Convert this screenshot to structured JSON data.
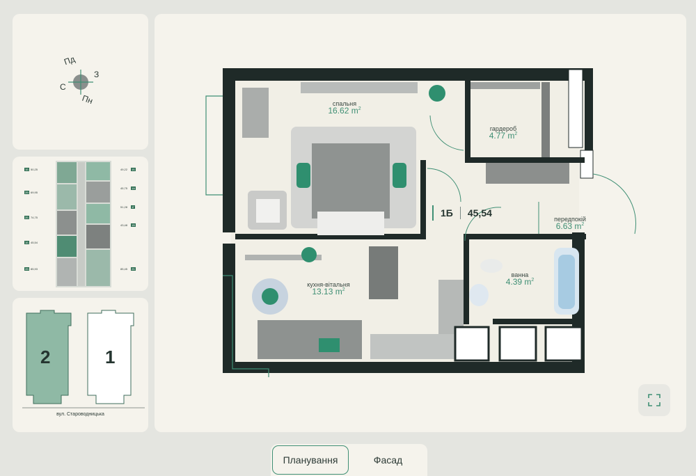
{
  "compass": {
    "north": "Пн",
    "south": "Пд",
    "east": "С",
    "west": "З"
  },
  "floor_plan": {
    "apartments": [
      {
        "code": "1Б",
        "area": "50,25"
      },
      {
        "code": "2В",
        "area": "69,95"
      },
      {
        "code": "2Б",
        "area": "74,75"
      },
      {
        "code": "1Б",
        "area": "45,54"
      },
      {
        "code": "2В",
        "area": "85,93"
      },
      {
        "code": "1Б",
        "area": "49,22"
      },
      {
        "code": "1А",
        "area": "45,75"
      },
      {
        "code": "1Г",
        "area": "51,28"
      },
      {
        "code": "1В",
        "area": "43,48"
      },
      {
        "code": "2Б",
        "area": "85,45"
      }
    ]
  },
  "section_map": {
    "building_2": "2",
    "building_1": "1",
    "street": "вул. Староводницька"
  },
  "unit": {
    "code": "1Б",
    "area": "45,54"
  },
  "rooms": [
    {
      "name": "спальня",
      "area": "16.62 m",
      "unit_sup": "2"
    },
    {
      "name": "гардероб",
      "area": "4.77 m",
      "unit_sup": "2"
    },
    {
      "name": "передпокій",
      "area": "6.63 m",
      "unit_sup": "2"
    },
    {
      "name": "ванна",
      "area": "4.39 m",
      "unit_sup": "2"
    },
    {
      "name": "кухня-вітальня",
      "area": "13.13 m",
      "unit_sup": "2"
    }
  ],
  "tabs": {
    "plan": "Планування",
    "facade": "Фасад"
  },
  "icons": {
    "fullscreen": "expand-icon"
  },
  "colors": {
    "accent": "#3f8f74",
    "wall": "#1f2a28",
    "building_selected": "#8fb9a5"
  }
}
